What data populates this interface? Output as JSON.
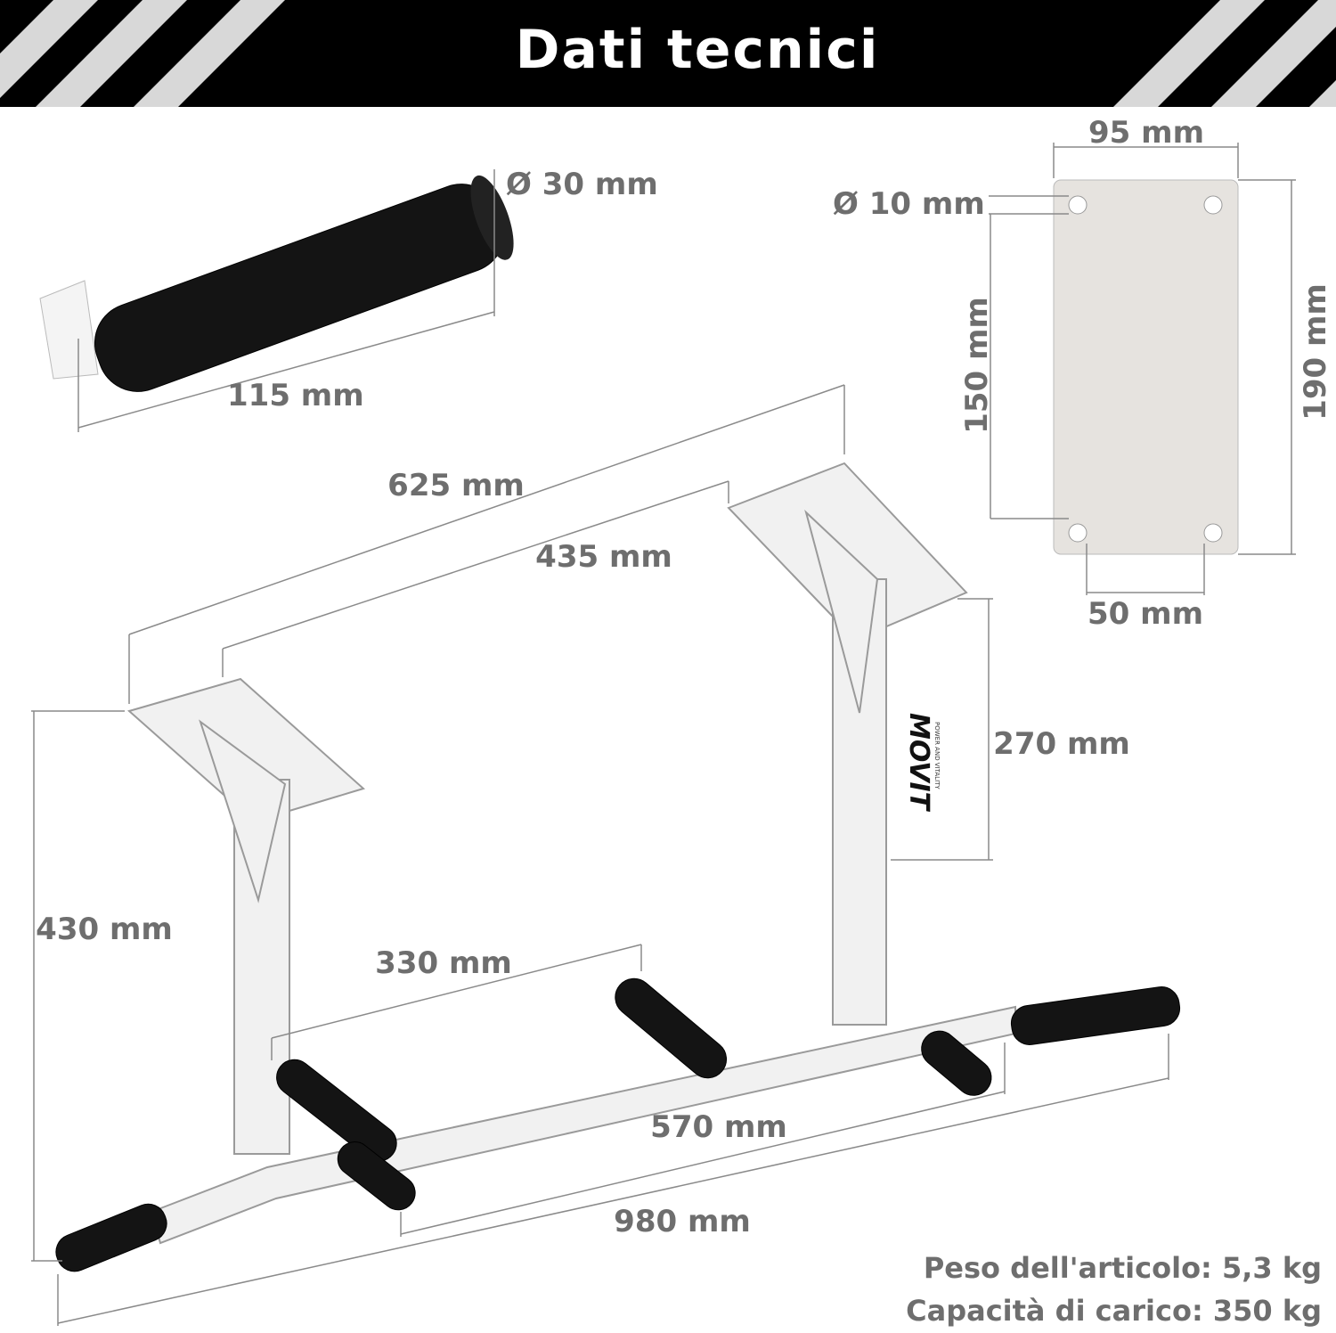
{
  "header": {
    "title": "Dati tecnici"
  },
  "dimensions": {
    "grip_diameter": "Ø 30 mm",
    "grip_length": "115 mm",
    "plate_width": "95 mm",
    "hole_diameter": "Ø 10 mm",
    "hole_spacing_vertical": "150 mm",
    "plate_height": "190 mm",
    "hole_spacing_horizontal": "50 mm",
    "outer_depth": "625 mm",
    "inner_depth": "435 mm",
    "post_height": "270 mm",
    "total_height": "430 mm",
    "middle_grip_spacing": "330 mm",
    "inner_width": "570 mm",
    "total_width": "980 mm"
  },
  "specs": {
    "weight": "Peso dell'articolo: 5,3 kg",
    "load_capacity": "Capacità di carico: 350 kg"
  },
  "logo": {
    "brand": "MOVIT",
    "tagline": "POWER AND VITALITY"
  },
  "colors": {
    "header": "#000000",
    "text": "#6e6e6e",
    "steel": "#f1f1f1",
    "foam": "#141414"
  }
}
